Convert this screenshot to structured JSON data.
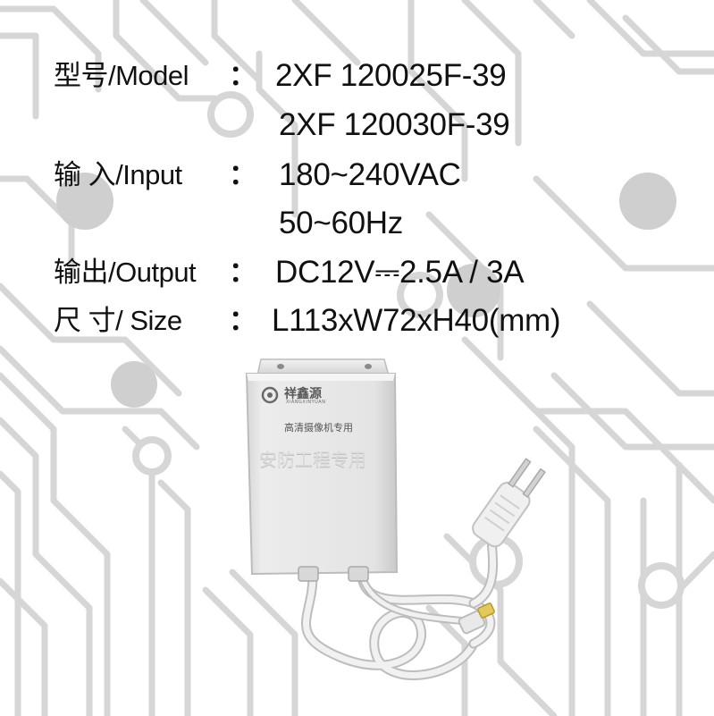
{
  "specs": {
    "model": {
      "label": "型号/Model",
      "colon": "：",
      "values": [
        "2XF 120025F-39",
        "2XF 120030F-39"
      ]
    },
    "input": {
      "label": "输 入/Input",
      "colon": "：",
      "values": [
        "180~240VAC",
        "50~60Hz"
      ]
    },
    "output": {
      "label": "输出/Output",
      "colon": "：",
      "value": "DC12V⎓2.5A / 3A"
    },
    "size": {
      "label": "尺 寸/ Size",
      "colon": "：",
      "value": "L113xW72xH40(mm)"
    }
  },
  "device": {
    "brand_name": "祥鑫源",
    "brand_pinyin": "XIANGXINYUAN",
    "subtitle": "高清摄像机专用",
    "embossed_text": "安防工程专用"
  },
  "colors": {
    "background": "#ffffff",
    "circuit_traces": "#d9d9d9",
    "circuit_pads": "#c8c8c8",
    "text": "#111111",
    "device_body": "#e6e6e6"
  }
}
